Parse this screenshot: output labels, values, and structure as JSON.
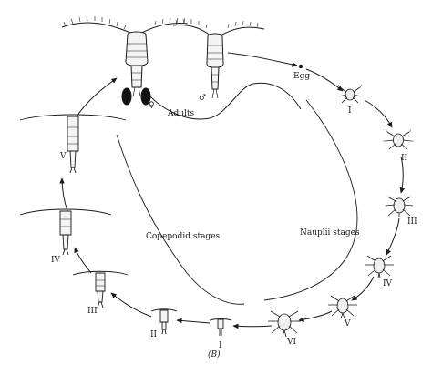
{
  "figure": {
    "label": "(B)"
  },
  "labels": {
    "adults": "Adults",
    "female_symbol": "♀",
    "male_symbol": "♂",
    "egg": "Egg",
    "nauplii_stages": "Nauplii stages",
    "copepodid_stages": "Copepodid stages"
  },
  "nauplii": [
    "I",
    "II",
    "III",
    "IV",
    "V",
    "VI"
  ],
  "copepodids": [
    "I",
    "II",
    "III",
    "IV",
    "V"
  ],
  "colors": {
    "line": "#1a1a1a",
    "ink": "#1a1a1a",
    "background": "#ffffff"
  }
}
